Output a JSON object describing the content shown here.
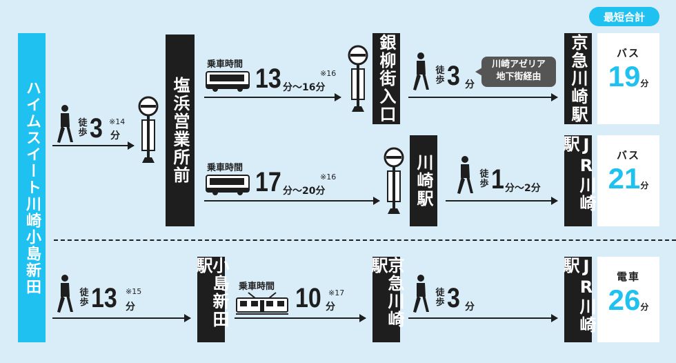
{
  "badge": "最短合計",
  "start": "ハイムスイート川崎小島新田",
  "walk_label": "徒歩",
  "ride_label": "乗車時間",
  "unit_min": "分",
  "routes": {
    "r1": {
      "walk1": "3",
      "walk1_note": "※14",
      "stop1": "塩浜営業所前",
      "ride_time": "13",
      "ride_range": "分〜16分",
      "ride_note": "※16",
      "stop2": "銀柳街入口",
      "walk2": "3",
      "bubble": "川崎アゼリア地下街経由",
      "dest": "京急川崎駅",
      "mode": "バス",
      "total": "19"
    },
    "r2": {
      "ride_time": "17",
      "ride_range": "分〜20分",
      "ride_note": "※16",
      "stop2": "川崎駅",
      "walk2": "1",
      "walk2_range": "分〜2分",
      "dest": "JR川崎駅",
      "mode": "バス",
      "total": "21"
    },
    "r3": {
      "walk1": "13",
      "walk1_note": "※15",
      "stop1": "小島新田駅",
      "ride_time": "10",
      "ride_note": "※17",
      "stop2": "京急川崎駅",
      "walk2": "3",
      "dest": "JR川崎駅",
      "mode": "電車",
      "total": "26"
    }
  },
  "icons": {
    "walker": "walking-person-icon",
    "bus": "bus-icon",
    "train": "train-icon",
    "bus_stop": "bus-stop-icon"
  },
  "colors": {
    "accent": "#1ec1f0",
    "dark": "#1e1e1e",
    "background": "#d9edf9",
    "bubble": "#555555"
  }
}
